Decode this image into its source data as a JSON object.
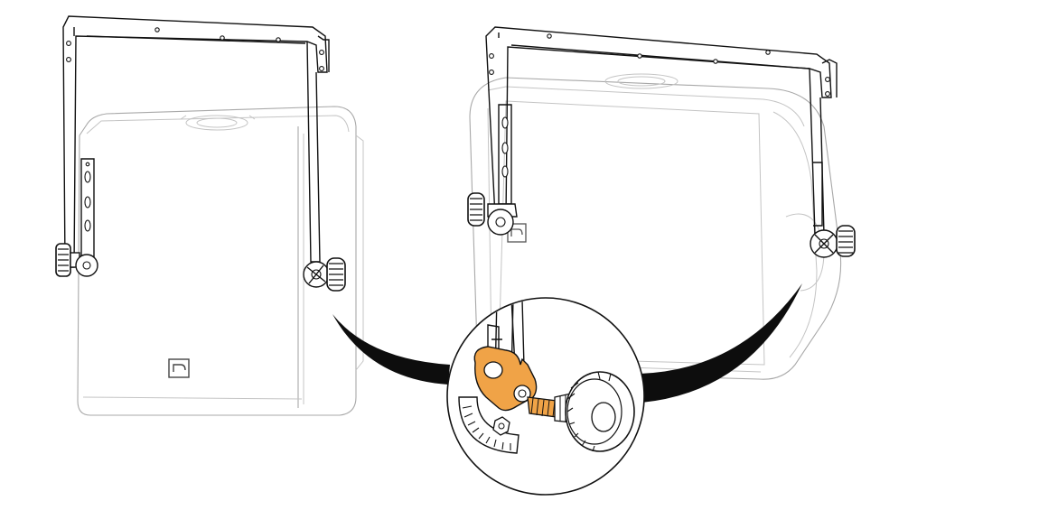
{
  "figure": {
    "left_view": "speaker-front-with-bracket",
    "right_view": "speaker-three-quarter-with-bracket",
    "detail_view": "knob-and-angle-plate-detail",
    "highlight_color": "#f0a347",
    "callout_color": "#0d0d0d",
    "line_color": "#111111",
    "faint_line_color": "#a8a8a8",
    "icons": [
      "tilt-knob-icon",
      "brand-logo-icon",
      "angle-scale-icon"
    ]
  }
}
